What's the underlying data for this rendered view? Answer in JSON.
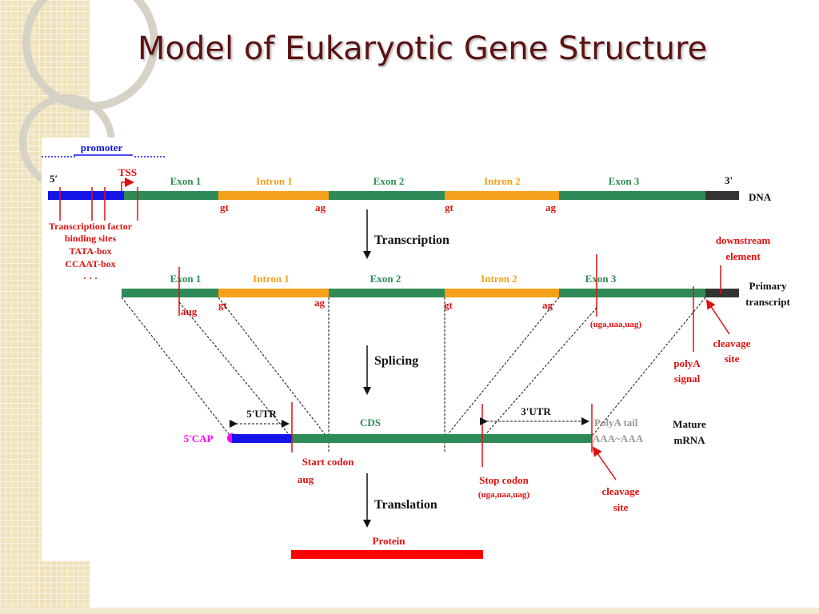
{
  "slide": {
    "title": "Model of Eukaryotic Gene Structure"
  },
  "colors": {
    "exon": "#2e8b57",
    "intron": "#f5a01a",
    "promoter": "#1414e6",
    "red": "#e01010",
    "cap": "#ff00ff",
    "protein": "#ff0000",
    "dark": "#333333",
    "title": "#5a1212"
  },
  "dna": {
    "promoter": "promoter",
    "five_prime": "5′",
    "tss": "TSS",
    "three_prime": "3'",
    "exon1": "Exon 1",
    "intron1": "Intron 1",
    "exon2": "Exon 2",
    "intron2": "Intron 2",
    "exon3": "Exon 3",
    "gt1": "gt",
    "ag1": "ag",
    "gt2": "gt",
    "ag2": "ag",
    "label": "DNA",
    "tf_sites": "Transcription factor",
    "binding_sites": "binding sites",
    "tata": "TATA-box",
    "ccaat": "CCAAT-box",
    "ellipsis": "· · ·"
  },
  "steps": {
    "transcription": "Transcription",
    "splicing": "Splicing",
    "translation": "Translation"
  },
  "primary": {
    "exon1": "Exon 1",
    "intron1": "Intron 1",
    "exon2": "Exon 2",
    "intron2": "Intron 2",
    "exon3": "Exon 3",
    "aug": "aug",
    "gt1": "gt",
    "ag1": "ag",
    "gt2": "gt",
    "ag2": "ag",
    "stop_codons": "(uga,uaa,uag)",
    "downstream1": "downstream",
    "downstream2": "element",
    "label1": "Primary",
    "label2": "transcript",
    "polya1": "polyA",
    "polya2": "signal",
    "cleavage1": "cleavage",
    "cleavage2": "site"
  },
  "mature": {
    "utr5": "5'UTR",
    "utr3": "3'UTR",
    "cds": "CDS",
    "cap": "5'CAP",
    "polyA_tail1": "PolyA tail",
    "polyA_tail2": "AAA~AAA",
    "label1": "Mature",
    "label2": "mRNA",
    "start1": "Start codon",
    "start2": "aug",
    "stop1": "Stop codon",
    "stop2": "(uga,uaa,uag)",
    "cleavage1": "cleavage",
    "cleavage2": "site"
  },
  "protein": {
    "label": "Protein"
  }
}
